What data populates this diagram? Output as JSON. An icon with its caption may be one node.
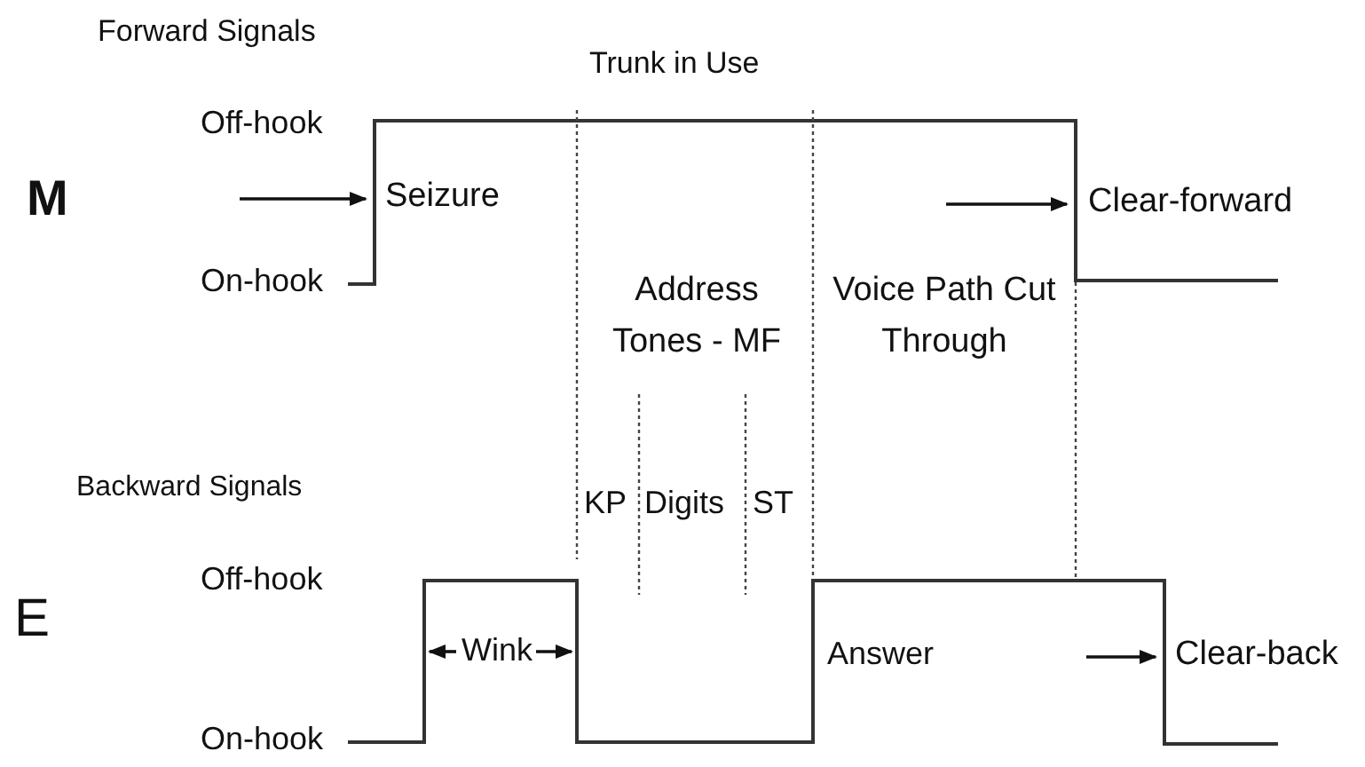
{
  "diagram": {
    "labels": [
      "Forward Signals",
      "Trunk in Use",
      "Off-hook",
      "M",
      "Seizure",
      "Clear-forward",
      "On-hook",
      "Address Tones - MF",
      "Voice Path Cut Through",
      "Backward Signals",
      "KP",
      "Digits",
      "ST",
      "E",
      "Off-hook",
      "Wink",
      "Answer",
      "Clear-back",
      "On-hook"
    ]
  }
}
